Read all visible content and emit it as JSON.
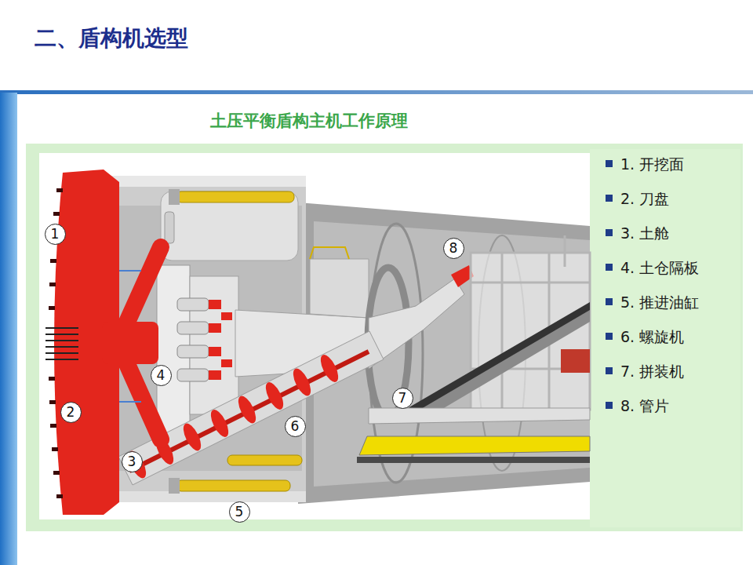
{
  "diagram": {
    "title": "二、盾构机选型",
    "nodes": [
      {
        "text": [
          "1"
        ]
      },
      {
        "text": [
          "2"
        ]
      },
      {
        "text": [
          "3"
        ]
      },
      {
        "text": [
          "4"
        ]
      },
      {
        "text": [
          "5"
        ]
      },
      {
        "text": [
          "6"
        ]
      },
      {
        "text": [
          "7"
        ]
      },
      {
        "text": [
          "8"
        ]
      }
    ],
    "labels": [
      "土压平衡盾构主机工作原理",
      "1. 开挖面",
      "2. 刀盘",
      "3. 土舱",
      "4. 土仓隔板",
      "5. 推进油缸",
      "6. 螺旋机",
      "7. 拼装机",
      "8. 管片"
    ]
  }
}
